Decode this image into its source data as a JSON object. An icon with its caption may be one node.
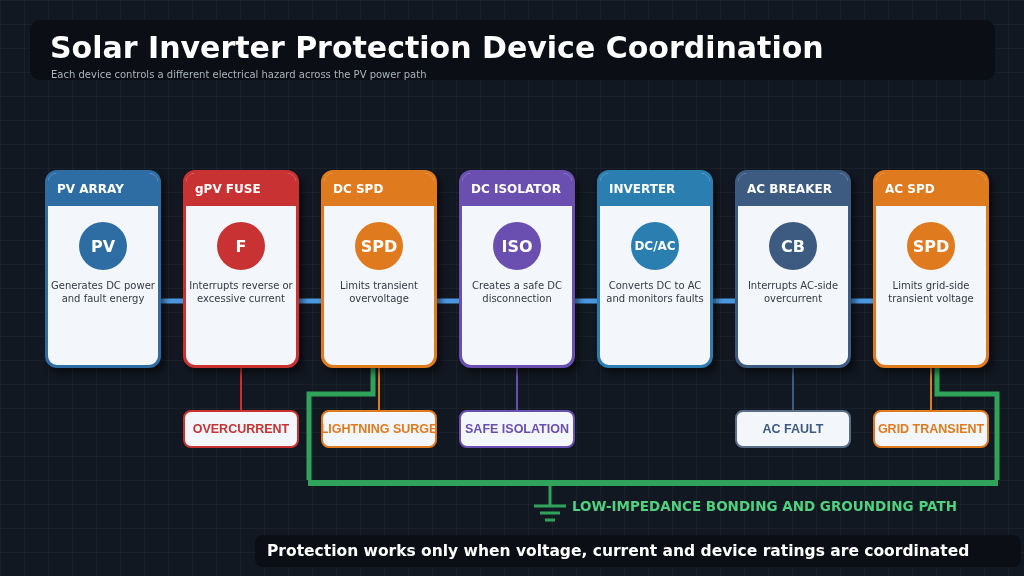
{
  "diagram": {
    "title": "Solar Inverter Protection Device Coordination",
    "nodes": [
      {
        "text": [
          "PV ARRAY",
          "PV",
          "Generates DC power and fault energy"
        ]
      },
      {
        "text": [
          "gPV FUSE",
          "F",
          "Interrupts reverse or excessive current"
        ]
      },
      {
        "text": [
          "DC SPD",
          "SPD",
          "Limits transient overvoltage"
        ]
      },
      {
        "text": [
          "DC ISOLATOR",
          "ISO",
          "Creates a safe DC disconnection"
        ]
      },
      {
        "text": [
          "INVERTER",
          "DC/AC",
          "Converts DC to AC and monitors faults"
        ]
      },
      {
        "text": [
          "AC BREAKER",
          "CB",
          "Interrupts AC-side overcurrent"
        ]
      },
      {
        "text": [
          "AC SPD",
          "SPD",
          "Limits grid-side transient voltage"
        ]
      },
      {
        "text": [
          "OVERCURRENT"
        ]
      },
      {
        "text": [
          "LIGHTNING SURGE"
        ]
      },
      {
        "text": [
          "SAFE ISOLATION"
        ]
      },
      {
        "text": [
          "AC FAULT"
        ]
      },
      {
        "text": [
          "GRID TRANSIENT"
        ]
      },
      {
        "text": [],
        "shape": "bar",
        "beside": [
          "LOW-IMPEDANCE BONDING AND GROUNDING PATH"
        ]
      }
    ],
    "edges": [
      {
        "from": 0,
        "to": 1,
        "arrow": "none"
      },
      {
        "from": 1,
        "to": 2,
        "arrow": "none"
      },
      {
        "from": 2,
        "to": 3,
        "arrow": "none"
      },
      {
        "from": 3,
        "to": 4,
        "arrow": "none"
      },
      {
        "from": 4,
        "to": 5,
        "arrow": "none"
      },
      {
        "from": 5,
        "to": 6,
        "arrow": "none"
      },
      {
        "from": 1,
        "to": 7,
        "arrow": "none",
        "color": "#c83232"
      },
      {
        "from": 2,
        "to": 8,
        "arrow": "none",
        "color": "#e07a1f"
      },
      {
        "from": 3,
        "to": 9,
        "arrow": "none",
        "color": "#6a4fb0"
      },
      {
        "from": 5,
        "to": 10,
        "arrow": "none",
        "color": "#3d5a80"
      },
      {
        "from": 6,
        "to": 11,
        "arrow": "none",
        "color": "#e07a1f"
      },
      {
        "from": 2,
        "to": 12,
        "arrow": "none",
        "color": "#2fa35a"
      },
      {
        "from": 6,
        "to": 12,
        "arrow": "none",
        "color": "#2fa35a"
      }
    ],
    "labels": [
      "Each device controls a different electrical hazard across the PV power path",
      "Protection works only when voltage, current and device ratings are coordinated"
    ]
  }
}
